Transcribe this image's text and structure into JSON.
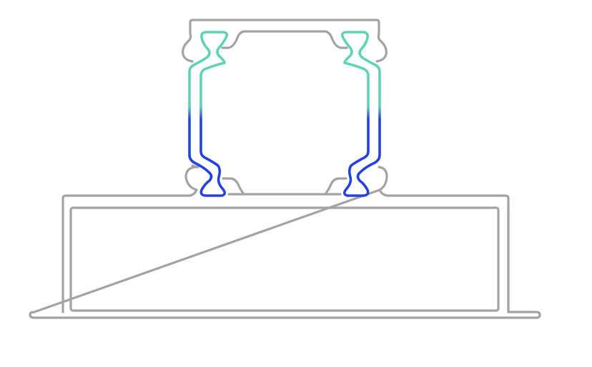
{
  "diagram": {
    "colors": {
      "background": "#ffffff",
      "profile_outline": "#a3a3a3",
      "strip_upper": "#5fd4b4",
      "strip_lower": "#2542de"
    },
    "parts": [
      {
        "id": "base-channel",
        "color_key": "profile_outline"
      },
      {
        "id": "top-carrier",
        "color_key": "profile_outline"
      },
      {
        "id": "left-strip",
        "color_key": "strip_upper",
        "color_key_lower": "strip_lower"
      },
      {
        "id": "right-strip",
        "color_key": "strip_upper",
        "color_key_lower": "strip_lower"
      }
    ]
  }
}
